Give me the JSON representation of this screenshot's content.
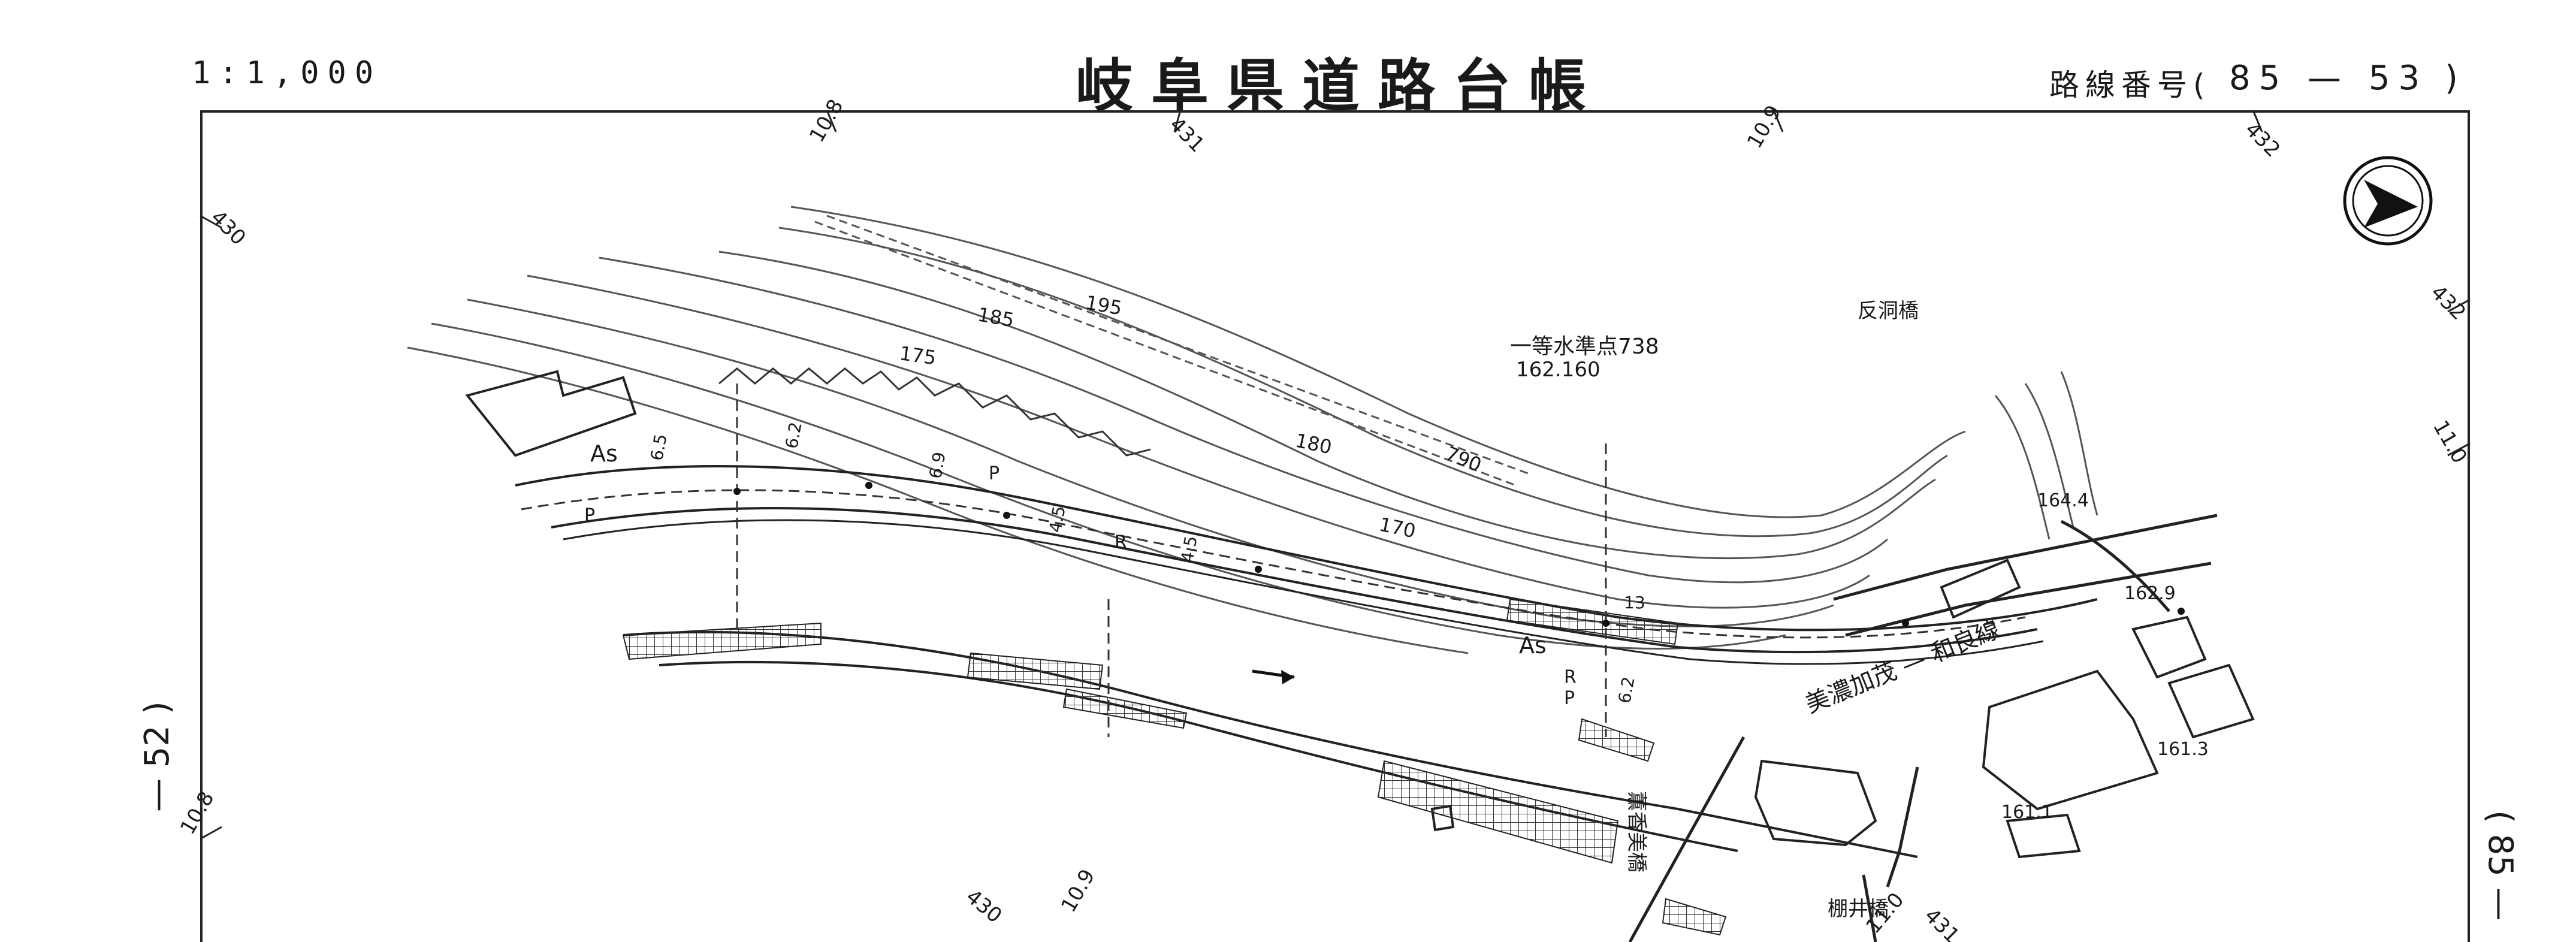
{
  "header": {
    "scale": "1:1,000",
    "title": "岐阜県道路台帳",
    "route_label": "路線番号(",
    "route_number": "85 — 53",
    "route_close": ")"
  },
  "side_labels": {
    "left": "— 52 )",
    "right": "( 85 —"
  },
  "compass": {
    "icon": "north-arrow-icon"
  },
  "annotations": {
    "benchmark_name": "一等水準点738",
    "benchmark_value": "162.160",
    "bridge_1": "反洞橋",
    "bridge_2": "薫香美橋",
    "bridge_3": "棚井橋",
    "route_name": "美濃加茂 — 和良線",
    "surface_as_1": "As",
    "surface_as_2": "As",
    "direction_arrow": "→"
  },
  "contours": [
    "195",
    "185",
    "180",
    "175",
    "170",
    "790"
  ],
  "elevations": [
    "164.4",
    "162.9",
    "161.3",
    "161.1"
  ],
  "grid_ticks": [
    "10.8",
    "431",
    "10.9",
    "432",
    "430",
    "432",
    "11.0",
    "10.8",
    "430",
    "10.9",
    "11.0",
    "431"
  ],
  "widths": [
    "6.5",
    "6.2",
    "6.9",
    "4.5",
    "4.5",
    "13",
    "6.2"
  ],
  "markers": [
    "P",
    "P",
    "R",
    "R",
    "P"
  ]
}
